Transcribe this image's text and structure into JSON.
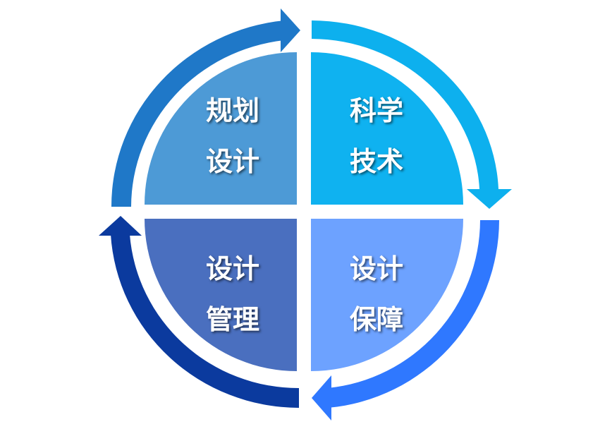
{
  "quadrants": [
    {
      "id": "top-left",
      "line1": "规划",
      "line2": "设计",
      "color": "#4d9ad6"
    },
    {
      "id": "top-right",
      "line1": "科学",
      "line2": "技术",
      "color": "#0fb2f0"
    },
    {
      "id": "bottom-right",
      "line1": "设计",
      "line2": "保障",
      "color": "#6da2ff"
    },
    {
      "id": "bottom-left",
      "line1": "设计",
      "line2": "管理",
      "color": "#4a6fbf"
    }
  ],
  "arrows": [
    {
      "id": "top-left-arrow",
      "color": "#1f78c8"
    },
    {
      "id": "top-right-arrow",
      "color": "#0db0ee"
    },
    {
      "id": "bottom-right-arrow",
      "color": "#2f78ff"
    },
    {
      "id": "bottom-left-arrow",
      "color": "#0b3a9e"
    }
  ]
}
